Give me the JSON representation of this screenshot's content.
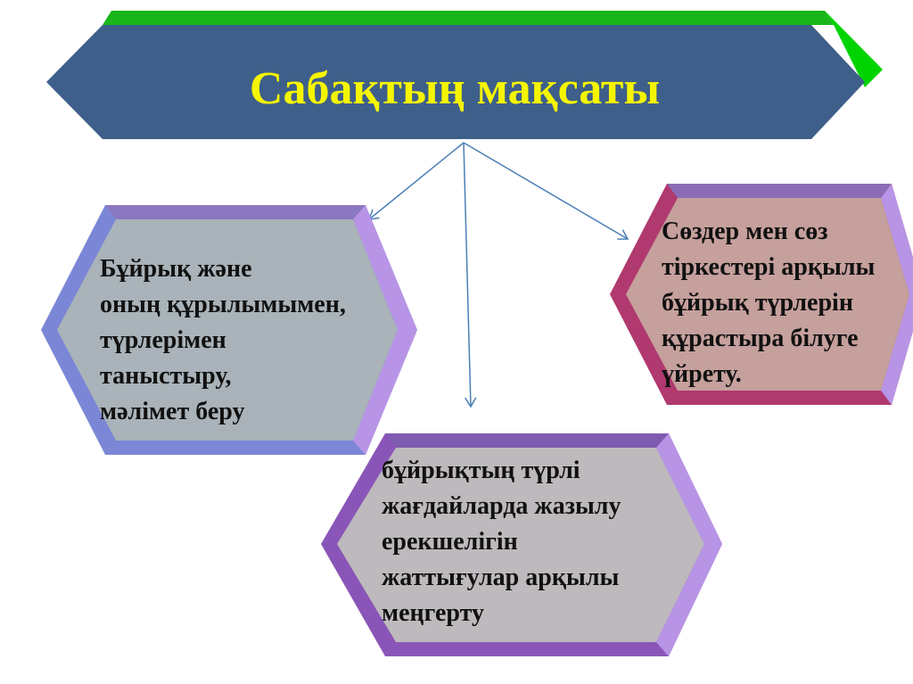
{
  "title": "Сабақтың  мақсаты",
  "goals": {
    "left": [
      "Бұйрық  және",
      "оның құрылымымен,",
      "түрлерімен",
      "таныстыру,",
      "мәлімет беру"
    ],
    "right": [
      "Сөздер мен сөз",
      "тіркестері арқылы",
      "бұйрық түрлерін",
      "құрастыра білуге",
      " үйрету."
    ],
    "bottom": [
      "бұйрықтың түрлі",
      "жағдайларда жазылу",
      "ерекшелігін",
      "жаттығулар арқылы",
      "меңгерту"
    ]
  },
  "colors": {
    "banner_fill": "#3e5f8a",
    "banner_top": "#19b519",
    "banner_side": "#00d400",
    "title": "#f5f500",
    "left_fill": "#a9b3b9",
    "left_edge": "#7b87d6",
    "left_top": "#8a78c0",
    "right_fill": "#c5a09c",
    "right_edge": "#b0396f",
    "right_top": "#8c6cb6",
    "bottom_fill": "#bdb9bd",
    "bottom_edge": "#8a55b8",
    "bottom_top": "#7f5bb0",
    "bevel_light": "#b894e6",
    "arrow": "#4a7fb5"
  }
}
